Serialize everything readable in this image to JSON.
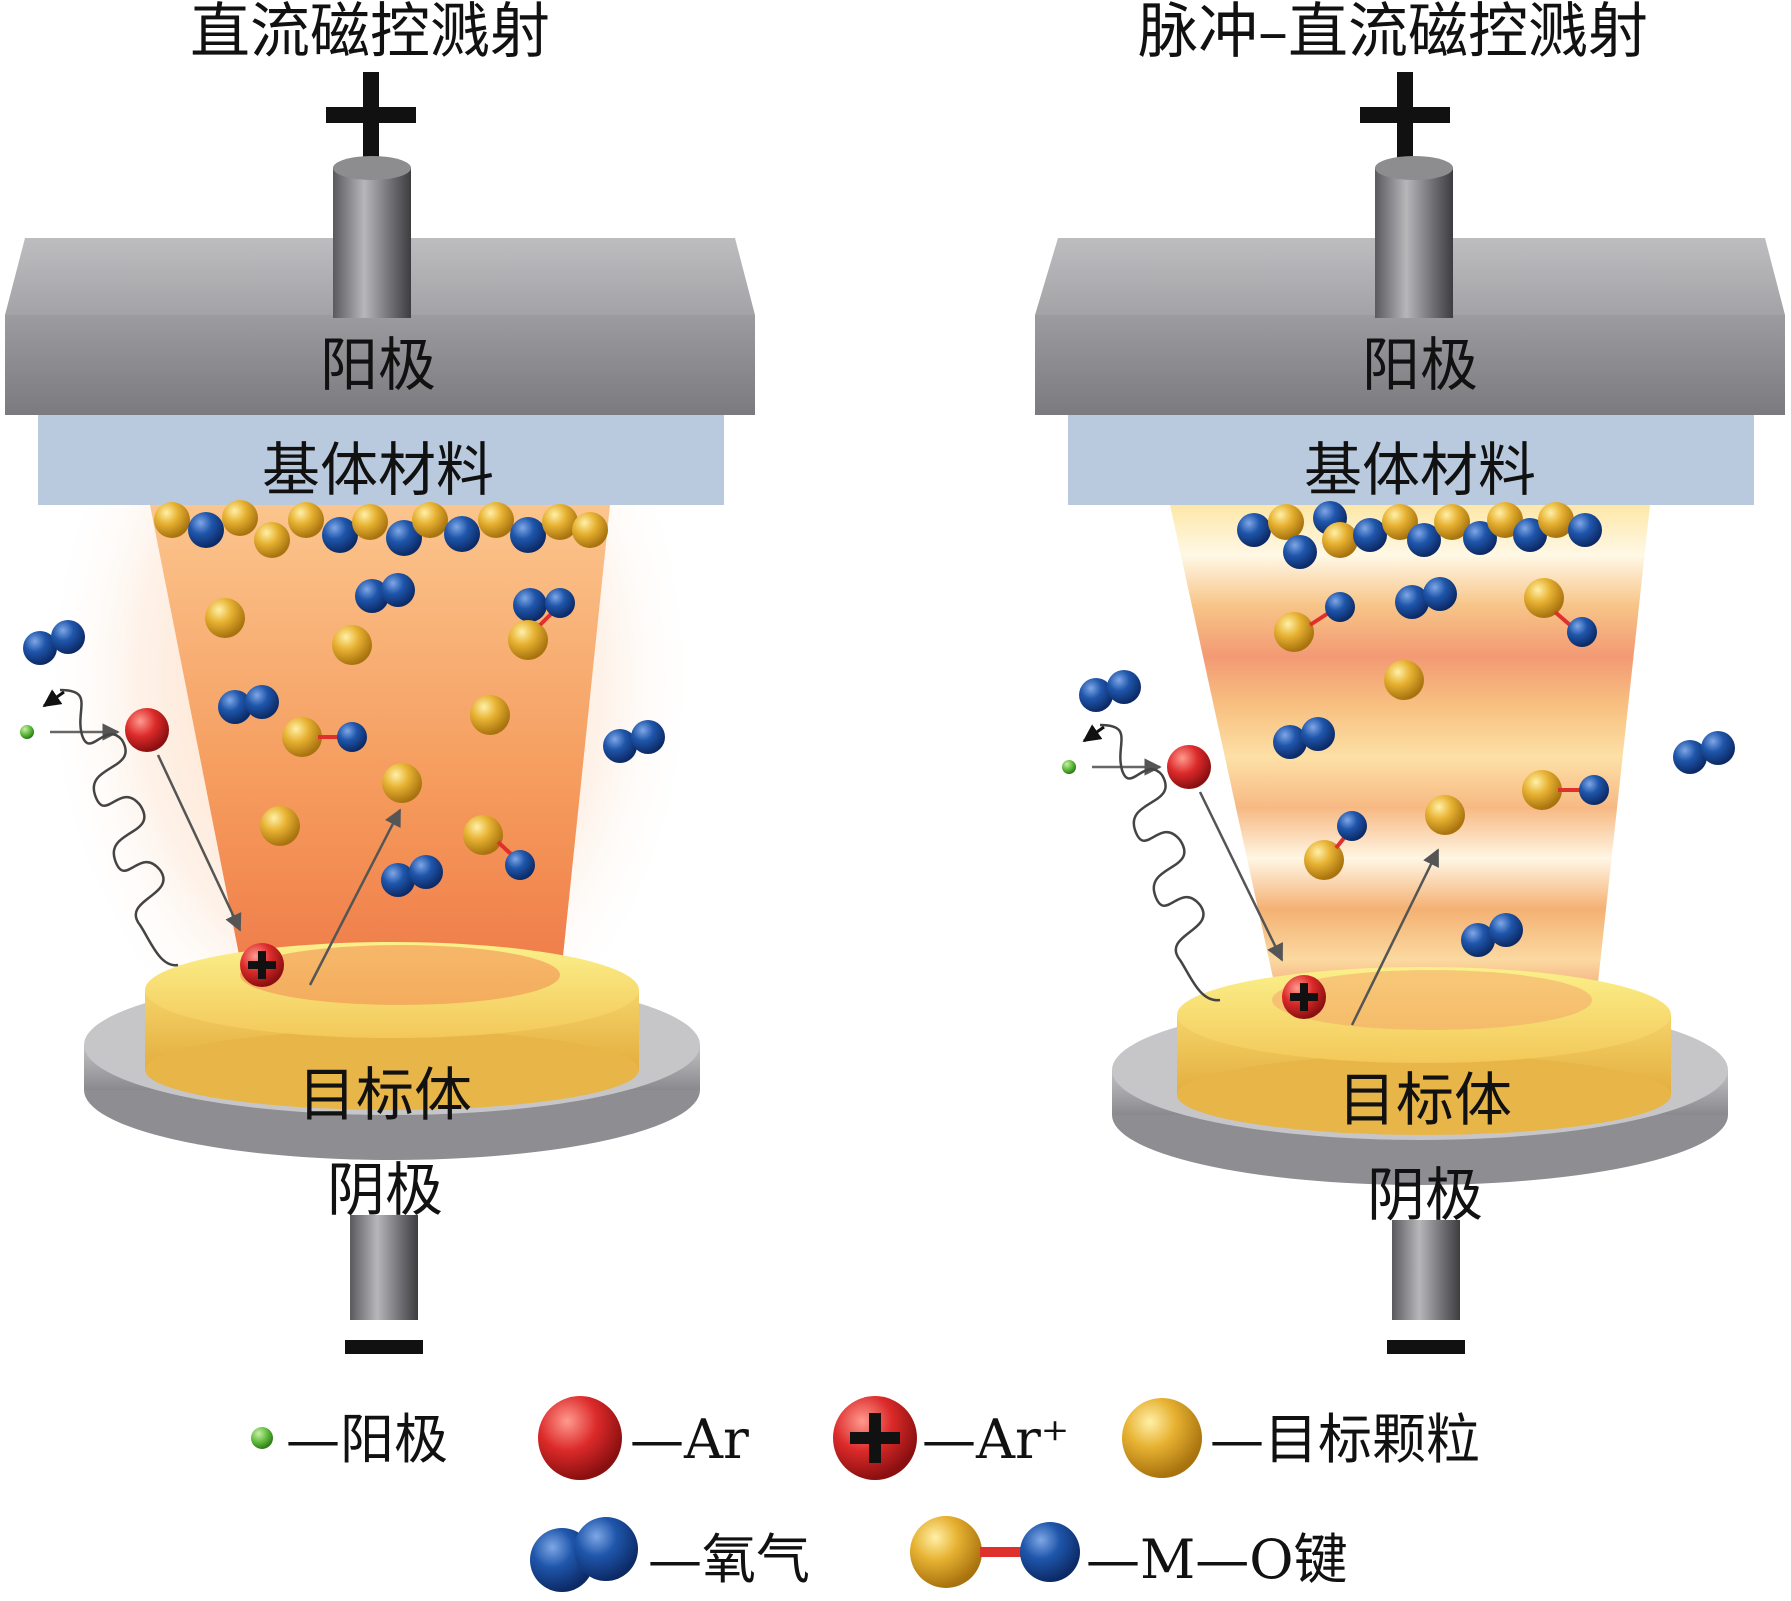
{
  "panels": {
    "left": {
      "title": "直流磁控溅射",
      "anode_sign": "+",
      "anode_label": "阳极",
      "substrate_label": "基体材料",
      "target_label": "目标体",
      "cathode_label": "阴极",
      "cathode_sign": "−"
    },
    "right": {
      "title": "脉冲–直流磁控溅射",
      "anode_sign": "+",
      "anode_label": "阳极",
      "substrate_label": "基体材料",
      "target_label": "目标体",
      "cathode_label": "阴极",
      "cathode_sign": "−"
    }
  },
  "legend": {
    "items": [
      {
        "icon": "electron-dot-icon",
        "label": "—阳极"
      },
      {
        "icon": "argon-atom-icon",
        "label": "—Ar"
      },
      {
        "icon": "argon-ion-icon",
        "label": "—Ar⁺"
      },
      {
        "icon": "target-particle-icon",
        "label": "—目标颗粒"
      },
      {
        "icon": "oxygen-molecule-icon",
        "label": "—氧气"
      },
      {
        "icon": "metal-oxygen-bond-icon",
        "label": "—M—O键"
      }
    ]
  },
  "colors": {
    "plate": "#a9a9ab",
    "plate_dark": "#7d7d80",
    "substrate": "#b8c8da",
    "plume_dc": "#f39a5e",
    "target_disc": "#f7d66a",
    "gold_particle": "#e0a827",
    "oxygen_atom": "#1d4fa2",
    "argon": "#d7262b",
    "electron": "#69c14a",
    "bond": "#e0302b"
  }
}
